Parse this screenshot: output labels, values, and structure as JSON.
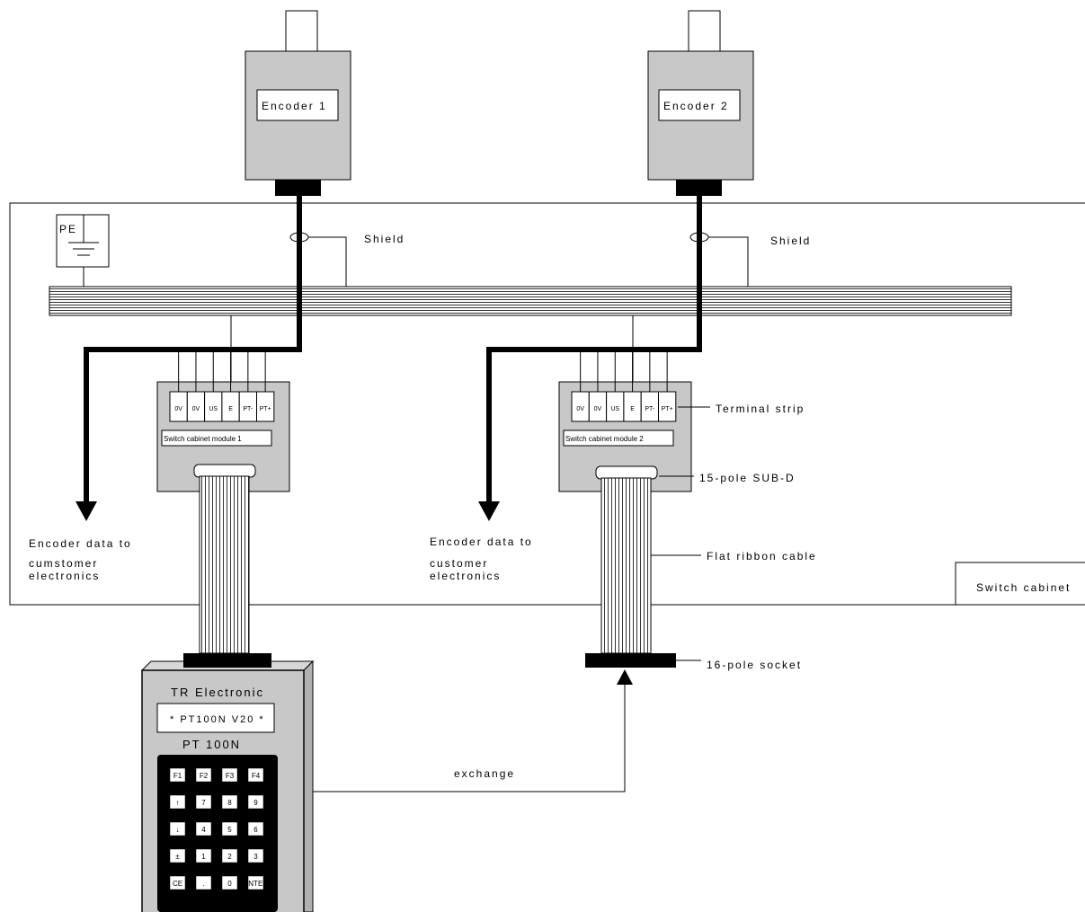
{
  "encoders": {
    "left": "Encoder 1",
    "right": "Encoder 2"
  },
  "ground": {
    "label": "PE"
  },
  "labels": {
    "shield_left": "Shield",
    "shield_right": "Shield",
    "terminal_strip": "Terminal strip",
    "subd": "15-pole SUB-D",
    "flat_ribbon": "Flat ribbon cable",
    "socket": "16-pole socket",
    "switch_cabinet": "Switch cabinet",
    "exchange": "exchange",
    "left_data_line1": "Encoder data to",
    "left_data_line2": "cumstomer",
    "left_data_line3": "electronics",
    "right_data_line1": "Encoder data to",
    "right_data_line2": "customer",
    "right_data_line3": "electronics"
  },
  "modules": {
    "left": {
      "title": "Switch cabinet module 1",
      "terminals": [
        "0V",
        "0V",
        "US",
        "E",
        "PT-",
        "PT+"
      ]
    },
    "right": {
      "title": "Switch cabinet module 2",
      "terminals": [
        "0V",
        "0V",
        "US",
        "E",
        "PT-",
        "PT+"
      ]
    }
  },
  "pt100n": {
    "brand": "TR Electronic",
    "display": "* PT100N V20 *",
    "model": "PT 100N",
    "keys": [
      [
        "F1",
        "F2",
        "F3",
        "F4"
      ],
      [
        "↑",
        "7",
        "8",
        "9"
      ],
      [
        "↓",
        "4",
        "5",
        "6"
      ],
      [
        "±",
        "1",
        "2",
        "3"
      ],
      [
        "CE",
        ".",
        "0",
        "ENTER"
      ]
    ]
  }
}
